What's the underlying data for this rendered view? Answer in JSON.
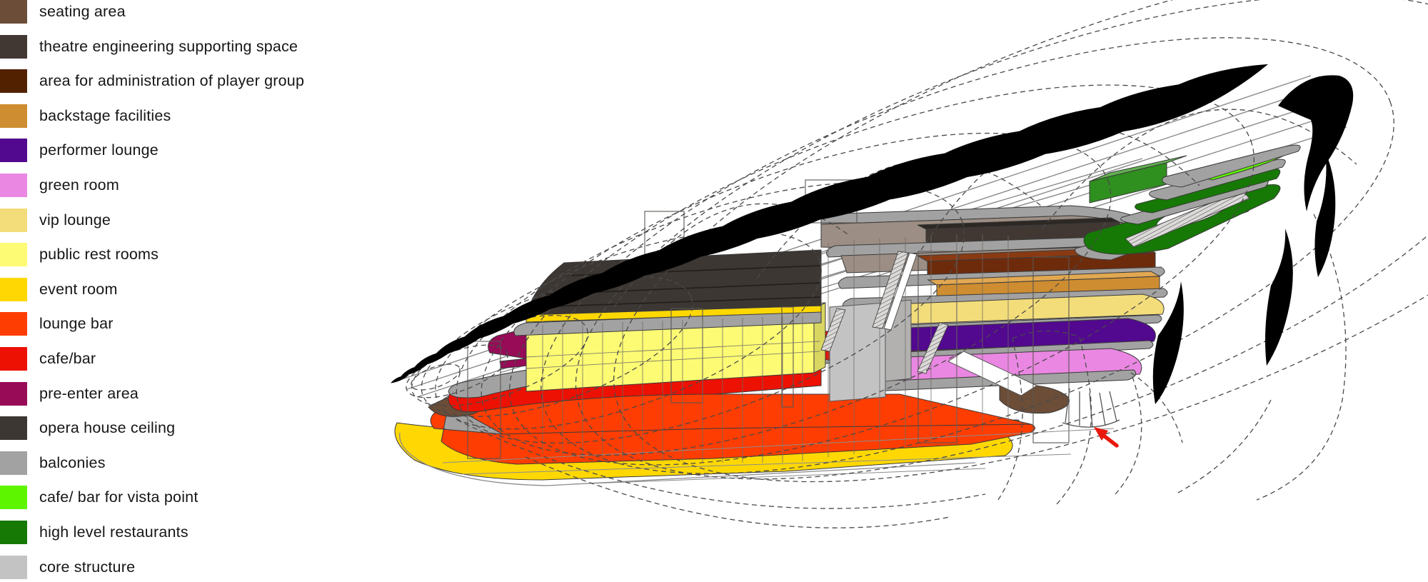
{
  "page": {
    "background": "#ffffff"
  },
  "legend": {
    "items": [
      {
        "label": "seating area",
        "color": "#6b4d38"
      },
      {
        "label": "theatre engineering supporting space",
        "color": "#413833"
      },
      {
        "label": "area for administration of player group",
        "color": "#522100"
      },
      {
        "label": "backstage facilities",
        "color": "#ce8d31"
      },
      {
        "label": "performer lounge",
        "color": "#52088f"
      },
      {
        "label": "green room",
        "color": "#ea87e2"
      },
      {
        "label": "vip lounge",
        "color": "#f3dd7a"
      },
      {
        "label": "public rest rooms",
        "color": "#fdfb74"
      },
      {
        "label": "event room",
        "color": "#ffd803"
      },
      {
        "label": "lounge bar",
        "color": "#fe3d02"
      },
      {
        "label": "cafe/bar",
        "color": "#ec1103"
      },
      {
        "label": "pre-enter area",
        "color": "#970b57"
      },
      {
        "label": "opera house ceiling",
        "color": "#3c3733"
      },
      {
        "label": "balconies",
        "color": "#a3a2a2"
      },
      {
        "label": "cafe/ bar for vista point",
        "color": "#5ef501"
      },
      {
        "label": "high level restaurants",
        "color": "#167805"
      },
      {
        "label": "core structure",
        "color": "#c4c3c3"
      }
    ]
  },
  "diagram": {
    "alt": "Cutaway axonometric section of an opera house: nested dashed shell outlines, black skylight lenses along the roof ribs, and colour-coded stacked floor plates keyed to the legend; red arrow marks the entry at lower right.",
    "colors": {
      "seating_area": "#6b4d38",
      "theatre_engineering": "#413833",
      "administration": "#522100",
      "admin_front": "#6e2b0c",
      "admin_top": "#8a3a12",
      "backstage": "#ce8d31",
      "backstage_top": "#e2a851",
      "performer_lounge": "#52088f",
      "green_room": "#ea87e2",
      "vip_lounge": "#f3dd7a",
      "public_rest_rooms": "#fdfb74",
      "box_top": "#fefdc2",
      "box_side": "#d9d662",
      "event_room": "#ffd803",
      "lounge_bar": "#fe3d02",
      "cafe_bar": "#ec1103",
      "pre_enter": "#970b57",
      "opera_ceiling": "#3c3733",
      "balconies": "#a3a2a2",
      "vista_cafe": "#5ef501",
      "restaurants": "#167805",
      "restaurant_box": "#2f8f1f",
      "restaurant_box_top": "#63b052",
      "core": "#c4c3c3",
      "core_side": "#b2b1af",
      "taupe_roof": "#9c8e84",
      "black": "#000000",
      "arrow_red": "#e8190e"
    },
    "entry_arrow": {
      "direction": "up-left",
      "color": "#e8190e"
    }
  }
}
